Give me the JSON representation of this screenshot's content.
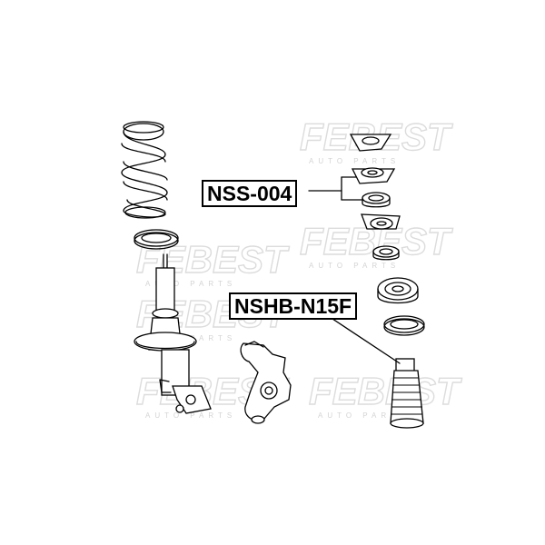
{
  "watermark": {
    "brand": "FEBEST",
    "sub": "AUTO PARTS"
  },
  "labels": {
    "mount_part_number": "NSS-004",
    "boot_part_number": "NSHB-N15F"
  },
  "colors": {
    "line": "#000000",
    "watermark": "#dcdcdc",
    "background": "#ffffff"
  }
}
